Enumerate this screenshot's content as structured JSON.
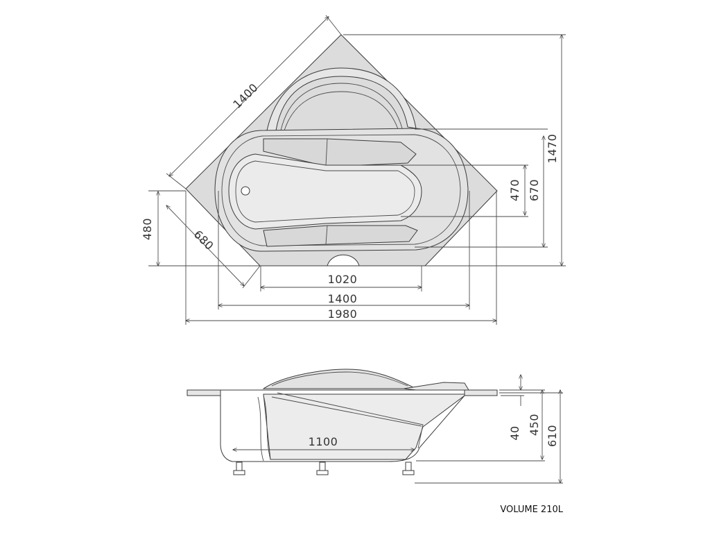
{
  "top_view": {
    "dims": {
      "d1400_diag": "1400",
      "d480": "480",
      "d680": "680",
      "d1020": "1020",
      "d1400": "1400",
      "d1980": "1980",
      "d470": "470",
      "d670": "670",
      "d1470": "1470"
    }
  },
  "side_view": {
    "dims": {
      "d1100": "1100",
      "d40": "40",
      "d450": "450",
      "d610": "610"
    }
  },
  "volume_label": "VOLUME 210L",
  "colors": {
    "deck": "#dcdcdc",
    "basin": "#e8e8e8",
    "lines": "#3a3a3a"
  }
}
